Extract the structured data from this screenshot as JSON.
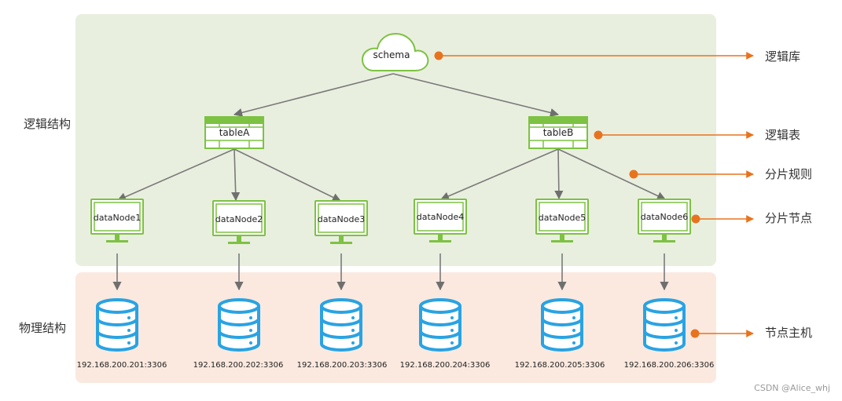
{
  "sections": {
    "logical": "逻辑结构",
    "physical": "物理结构"
  },
  "schema": {
    "label": "schema"
  },
  "tables": [
    {
      "label": "tableA"
    },
    {
      "label": "tableB"
    }
  ],
  "datanodes": [
    {
      "label": "dataNode1"
    },
    {
      "label": "dataNode2"
    },
    {
      "label": "dataNode3"
    },
    {
      "label": "dataNode4"
    },
    {
      "label": "dataNode5"
    },
    {
      "label": "dataNode6"
    }
  ],
  "hosts": [
    {
      "address": "192.168.200.201:3306"
    },
    {
      "address": "192.168.200.202:3306"
    },
    {
      "address": "192.168.200.203:3306"
    },
    {
      "address": "192.168.200.204:3306"
    },
    {
      "address": "192.168.200.205:3306"
    },
    {
      "address": "192.168.200.206:3306"
    }
  ],
  "annotations": [
    {
      "label": "逻辑库"
    },
    {
      "label": "逻辑表"
    },
    {
      "label": "分片规则"
    },
    {
      "label": "分片节点"
    },
    {
      "label": "节点主机"
    }
  ],
  "watermark": "CSDN @Alice_whj",
  "colors": {
    "logical_bg": "#e9efdf",
    "physical_bg": "#fbe9df",
    "green": "#7dc243",
    "blue": "#29a3e3",
    "orange": "#e8731e",
    "arrow_gray": "#7a7a7a"
  }
}
